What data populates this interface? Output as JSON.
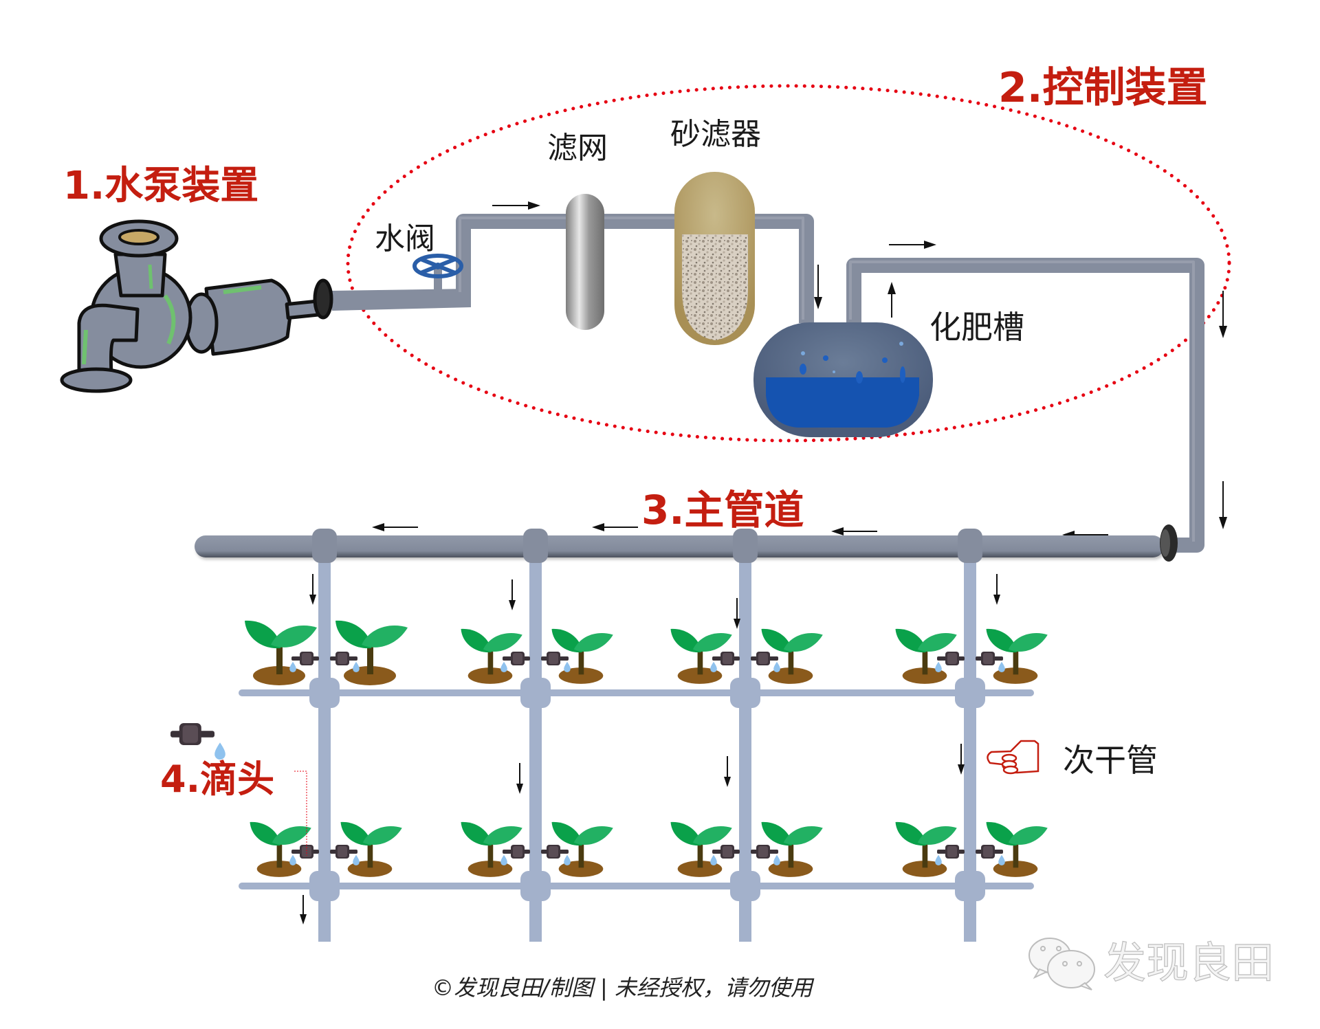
{
  "title": "滴灌系统示意图",
  "sections": {
    "pump": "1.水泵装置",
    "control": "2.控制装置",
    "main_pipe": "3.主管道",
    "dripper": "4.滴头"
  },
  "components": {
    "valve": "水阀",
    "screen_filter": "滤网",
    "sand_filter": "砂滤器",
    "fertilizer_tank": "化肥槽",
    "sub_main_pipe": "次干管"
  },
  "icons": {
    "pump": "water-pump-icon",
    "valve": "valve-wheel-icon",
    "screen_filter": "screen-filter-icon",
    "sand_filter": "sand-filter-icon",
    "tank": "fertilizer-tank-icon",
    "hand": "pointing-hand-icon",
    "dripper": "dripper-icon",
    "plant": "seedling-icon",
    "watermark": "wechat-icon"
  },
  "footer": "©发现良田/制图 | 未经授权，请勿使用",
  "watermark": "发现良田",
  "colors": {
    "label_red": "#c41e10",
    "ellipse_dots": "#e60012",
    "main_pipe": "#858d9e",
    "sub_pipe": "#a3b1cb",
    "water": "#1553b0",
    "tank": "#4f6180",
    "leaf_dark": "#0aa14a",
    "leaf_light": "#22b163",
    "soil": "#8a5a1c"
  },
  "grid": {
    "columns": 4,
    "rows": 2
  }
}
